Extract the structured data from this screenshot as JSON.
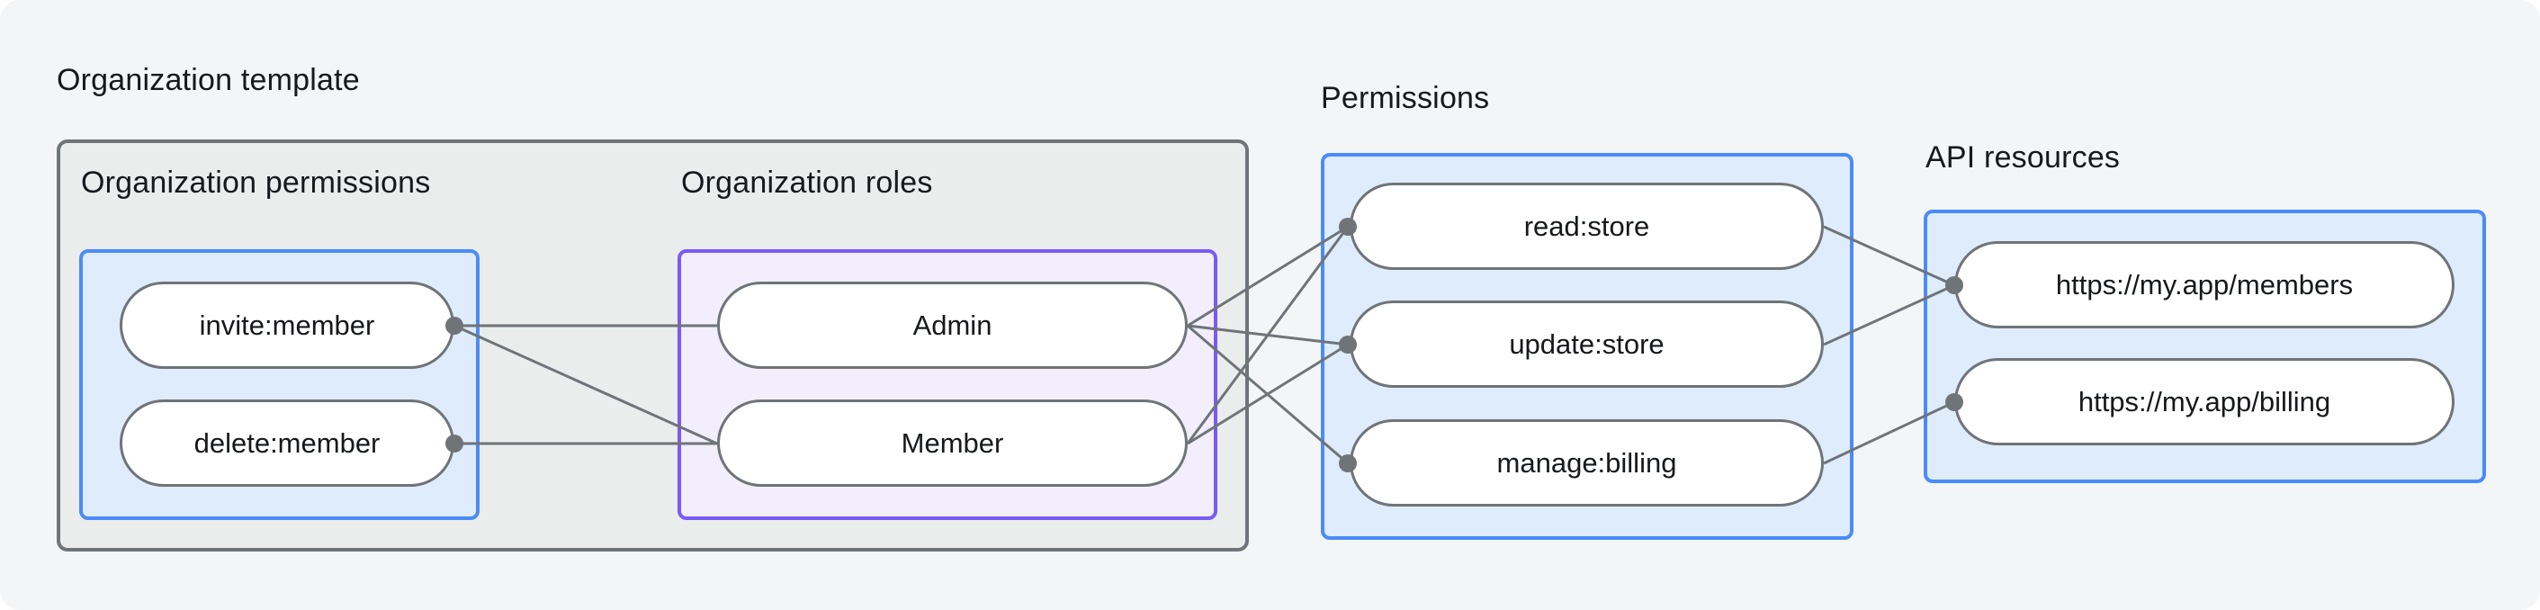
{
  "colors": {
    "page_bg": "#f4f5f6",
    "text_color": "#16181c",
    "container_border": "#6f7478",
    "container_fill": "#ebecec",
    "blue_border": "#4a8cf7",
    "blue_fill": "#dfecfb",
    "purple_border": "#7a5af5",
    "purple_fill": "#f2eefc",
    "pill_border": "#6f7478",
    "pill_fill": "#ffffff",
    "edge_color": "#6f7478"
  },
  "org_template": {
    "label": "Organization template",
    "org_permissions": {
      "label": "Organization permissions",
      "pills": [
        "invite:member",
        "delete:member"
      ]
    },
    "org_roles": {
      "label": "Organization roles",
      "pills": [
        "Admin",
        "Member"
      ]
    }
  },
  "permissions": {
    "label": "Permissions",
    "pills": [
      "read:store",
      "update:store",
      "manage:billing"
    ]
  },
  "api_resources": {
    "label": "API resources",
    "pills": [
      "https://my.app/members",
      "https://my.app/billing"
    ]
  },
  "edges": [
    {
      "from": "invite:member",
      "to": "Admin"
    },
    {
      "from": "invite:member",
      "to": "Member"
    },
    {
      "from": "delete:member",
      "to": "Member"
    },
    {
      "from": "Admin",
      "to": "read:store"
    },
    {
      "from": "Admin",
      "to": "update:store"
    },
    {
      "from": "Admin",
      "to": "manage:billing"
    },
    {
      "from": "Member",
      "to": "read:store"
    },
    {
      "from": "Member",
      "to": "update:store"
    },
    {
      "from": "read:store",
      "to": "https://my.app/members"
    },
    {
      "from": "update:store",
      "to": "https://my.app/members"
    },
    {
      "from": "manage:billing",
      "to": "https://my.app/billing"
    }
  ]
}
